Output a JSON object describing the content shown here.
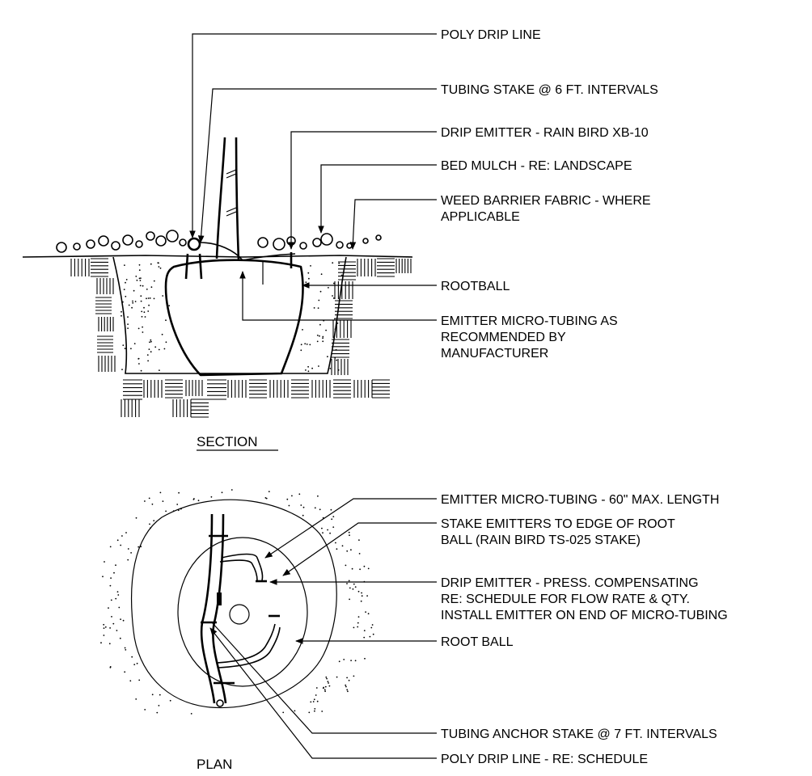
{
  "section": {
    "title": "SECTION",
    "callouts": [
      {
        "id": "poly-drip-line",
        "lines": [
          "POLY DRIP LINE"
        ]
      },
      {
        "id": "tubing-stake",
        "lines": [
          "TUBING STAKE @ 6 FT. INTERVALS"
        ]
      },
      {
        "id": "drip-emitter",
        "lines": [
          "DRIP EMITTER - RAIN BIRD XB-10"
        ]
      },
      {
        "id": "bed-mulch",
        "lines": [
          "BED MULCH - RE: LANDSCAPE"
        ]
      },
      {
        "id": "weed-barrier",
        "lines": [
          "WEED BARRIER FABRIC - WHERE",
          "APPLICABLE"
        ]
      },
      {
        "id": "rootball",
        "lines": [
          "ROOTBALL"
        ]
      },
      {
        "id": "emitter-micro-tubing",
        "lines": [
          "EMITTER MICRO-TUBING AS",
          "RECOMMENDED BY",
          "MANUFACTURER"
        ]
      }
    ]
  },
  "plan": {
    "title": "PLAN",
    "callouts": [
      {
        "id": "micro-tubing-max",
        "lines": [
          "EMITTER MICRO-TUBING - 60\" MAX. LENGTH"
        ]
      },
      {
        "id": "stake-emitters",
        "lines": [
          "STAKE EMITTERS TO EDGE OF ROOT",
          "BALL (RAIN BIRD TS-025 STAKE)"
        ]
      },
      {
        "id": "drip-emitter-press",
        "lines": [
          "DRIP EMITTER - PRESS. COMPENSATING",
          "RE: SCHEDULE FOR FLOW RATE & QTY.",
          "INSTALL EMITTER ON END OF MICRO-TUBING"
        ]
      },
      {
        "id": "root-ball",
        "lines": [
          "ROOT BALL"
        ]
      },
      {
        "id": "anchor-stake",
        "lines": [
          "TUBING ANCHOR STAKE @ 7 FT. INTERVALS"
        ]
      },
      {
        "id": "poly-drip-line-schedule",
        "lines": [
          "POLY DRIP LINE - RE: SCHEDULE"
        ]
      }
    ]
  }
}
